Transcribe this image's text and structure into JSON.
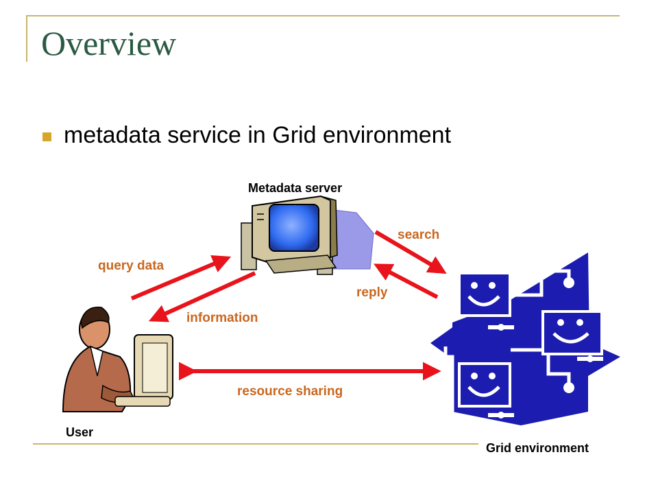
{
  "slide": {
    "title": "Overview",
    "bullet": "metadata service in Grid environment"
  },
  "diagram": {
    "nodes": {
      "server": "Metadata server",
      "user": "User",
      "grid": "Grid environment"
    },
    "edges": {
      "query": "query data",
      "information": "information",
      "search": "search",
      "reply": "reply",
      "sharing": "resource sharing"
    }
  },
  "colors": {
    "title": "#2b5a42",
    "frame": "#c9b66a",
    "bullet": "#d6a62a",
    "arrow": "#e8131b",
    "edge_label": "#c9671f",
    "grid_blue": "#1c1cb0"
  }
}
